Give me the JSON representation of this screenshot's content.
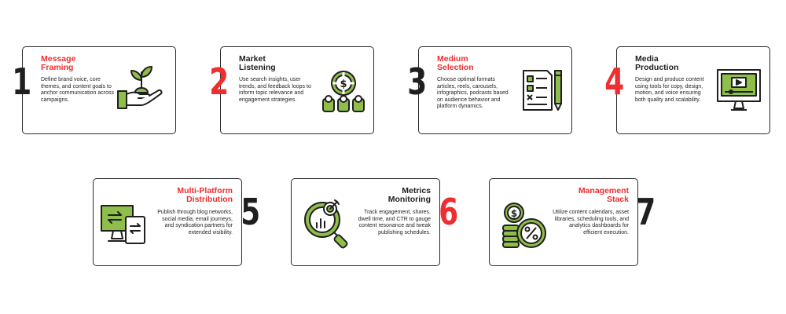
{
  "colors": {
    "accent_red": "#ee2e30",
    "icon_green": "#8fbe4a",
    "dark": "#1f1f1f"
  },
  "steps": [
    {
      "number": "1",
      "title": "Message\nFraming",
      "description": "Define brand voice, core themes, and content goals to anchor communication across campaigns.",
      "icon": "plant-in-hand-icon"
    },
    {
      "number": "2",
      "title": "Market\nListening",
      "description": "Use search insights, user trends, and feedback loops to inform topic relevance and engagement strategies.",
      "icon": "dollar-audience-icon"
    },
    {
      "number": "3",
      "title": "Medium\nSelection",
      "description": "Choose optimal formats articles, reels, carousels, infographics, podcasts based on audience behavior and platform dynamics.",
      "icon": "checklist-pencil-icon"
    },
    {
      "number": "4",
      "title": "Media\nProduction",
      "description": "Design and produce content using tools for copy, design, motion, and voice ensuring both quality and scalability.",
      "icon": "video-monitor-icon"
    },
    {
      "number": "5",
      "title": "Multi-Platform\nDistribution",
      "description": "Publish through blog networks, social media, email journeys, and syndication partners for extended visibility.",
      "icon": "devices-sync-icon"
    },
    {
      "number": "6",
      "title": "Metrics\nMonitoring",
      "description": "Track engagement, shares, dwell time, and CTR to gauge content resonance and tweak publishing schedules.",
      "icon": "target-magnifier-icon"
    },
    {
      "number": "7",
      "title": "Management\nStack",
      "description": "Utilize content calendars, asset libraries, scheduling tools, and analytics dashboards for efficient execution.",
      "icon": "coins-percent-icon"
    }
  ]
}
